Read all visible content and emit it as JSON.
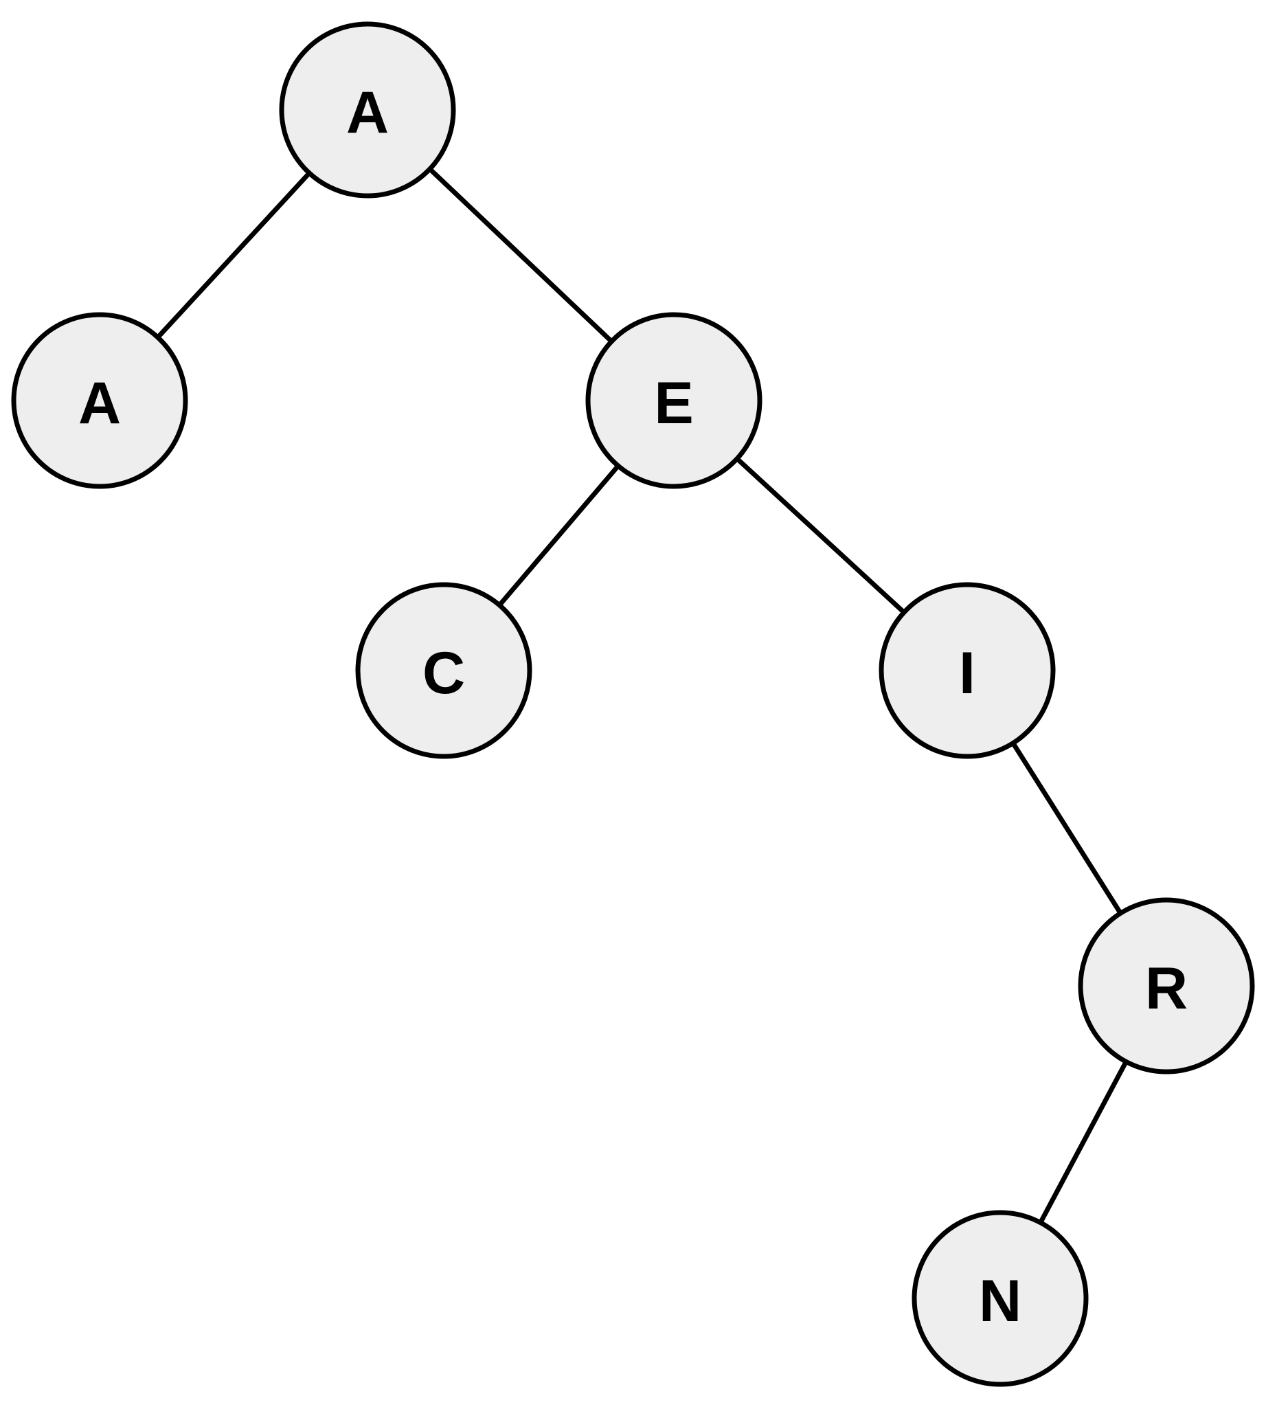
{
  "tree": {
    "fill_color": "#eeeeee",
    "stroke_color": "#000000",
    "nodes": [
      {
        "id": "root",
        "label": "A"
      },
      {
        "id": "root-left",
        "label": "A"
      },
      {
        "id": "root-right",
        "label": "E"
      },
      {
        "id": "e-left",
        "label": "C"
      },
      {
        "id": "e-right",
        "label": "I"
      },
      {
        "id": "i-right",
        "label": "R"
      },
      {
        "id": "r-left",
        "label": "N"
      }
    ],
    "edges": [
      {
        "from": "root",
        "to": "root-left"
      },
      {
        "from": "root",
        "to": "root-right"
      },
      {
        "from": "root-right",
        "to": "e-left"
      },
      {
        "from": "root-right",
        "to": "e-right"
      },
      {
        "from": "e-right",
        "to": "i-right"
      },
      {
        "from": "i-right",
        "to": "r-left"
      }
    ]
  }
}
